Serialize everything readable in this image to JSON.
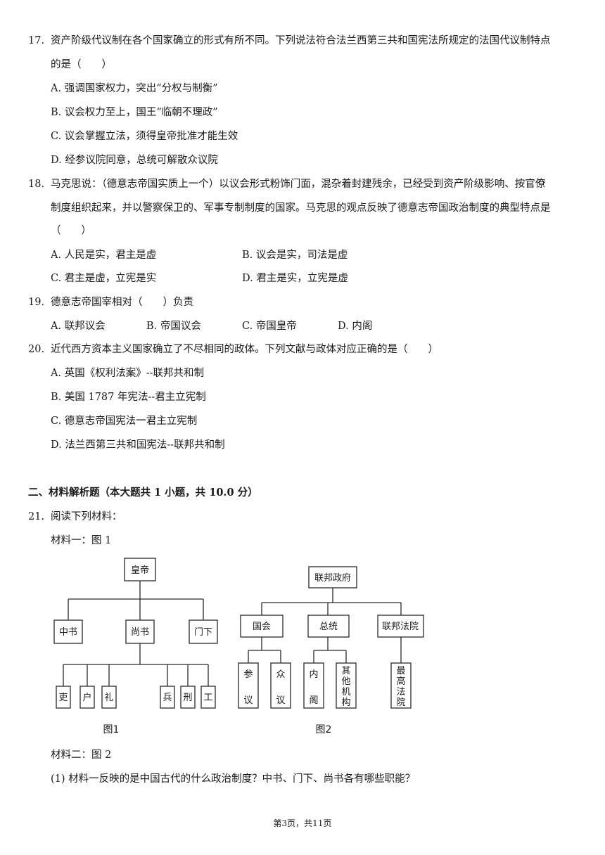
{
  "questions": [
    {
      "number": "17.",
      "lines": [
        "资产阶级代议制在各个国家确立的形式有所不同。下列说法符合法兰西第三共和国宪法所规定的法国代议制特点",
        "的是（　　）"
      ],
      "options": [
        {
          "letter": "A.",
          "text": "强调国家权力，突出“分权与制衡”"
        },
        {
          "letter": "B.",
          "text": "议会权力至上，国王“临朝不理政”"
        },
        {
          "letter": "C.",
          "text": "议会掌握立法，须得皇帝批准才能生效"
        },
        {
          "letter": "D.",
          "text": "经参议院同意，总统可解散众议院"
        }
      ]
    },
    {
      "number": "18.",
      "lines": [
        "马克思说：（德意志帝国实质上一个）以议会形式粉饰门面，混杂着封建残余，已经受到资产阶级影响、按官僚",
        "制度组织起来，并以警察保卫的、军事专制制度的国家。马克思的观点反映了德意志帝国政治制度的典型特点是",
        "（　　）"
      ],
      "options": [
        {
          "letter": "A.",
          "text": "人民是实，君主是虚"
        },
        {
          "letter": "B.",
          "text": "议会是实，司法是虚"
        },
        {
          "letter": "C.",
          "text": "君主是虚，立宪是实"
        },
        {
          "letter": "D.",
          "text": "君主是实，立宪是虚"
        }
      ]
    },
    {
      "number": "19.",
      "lines": [
        "德意志帝国宰相对（　　）负责"
      ],
      "options": [
        {
          "letter": "A.",
          "text": "联邦议会"
        },
        {
          "letter": "B.",
          "text": "帝国议会"
        },
        {
          "letter": "C.",
          "text": "帝国皇帝"
        },
        {
          "letter": "D.",
          "text": "内阁"
        }
      ]
    },
    {
      "number": "20.",
      "lines": [
        "近代西方资本主义国家确立了不尽相同的政体。下列文献与政体对应正确的是（　　）"
      ],
      "options": [
        {
          "letter": "A.",
          "text": "英国《权利法案》--联邦共和制"
        },
        {
          "letter": "B.",
          "text": "美国 1787 年宪法--君主立宪制"
        },
        {
          "letter": "C.",
          "text": "德意志帝国宪法一君主立宪制"
        },
        {
          "letter": "D.",
          "text": "法兰西第三共和国宪法--联邦共和制"
        }
      ]
    }
  ],
  "section2": {
    "title": "二、材料解析题（本大题共 1 小题，共 10.0 分）",
    "q21_number": "21.",
    "q21_intro": "阅读下列材料：",
    "material1": "材料一：图 1",
    "material2": "材料二：图 2",
    "sub1_number": "(1)",
    "sub1_text": "材料一反映的是中国古代的什么政治制度？中书、门下、尚书各有哪些职能？"
  },
  "figure1": {
    "caption": "图1",
    "top": "皇帝",
    "middle": [
      "中书",
      "尚书",
      "门下"
    ],
    "ministries": [
      "吏",
      "户",
      "礼",
      "兵",
      "刑",
      "工"
    ]
  },
  "figure2": {
    "caption": "图2",
    "top": "联邦政府",
    "branches": [
      "国会",
      "总统",
      "联邦法院"
    ],
    "leaves": [
      [
        "参",
        "议"
      ],
      [
        "众",
        "议"
      ],
      [
        "内",
        "阁"
      ],
      [
        "其",
        "他",
        "机",
        "构"
      ],
      [
        "最",
        "高",
        "法",
        "院"
      ]
    ]
  },
  "footer": "第3页，共11页"
}
